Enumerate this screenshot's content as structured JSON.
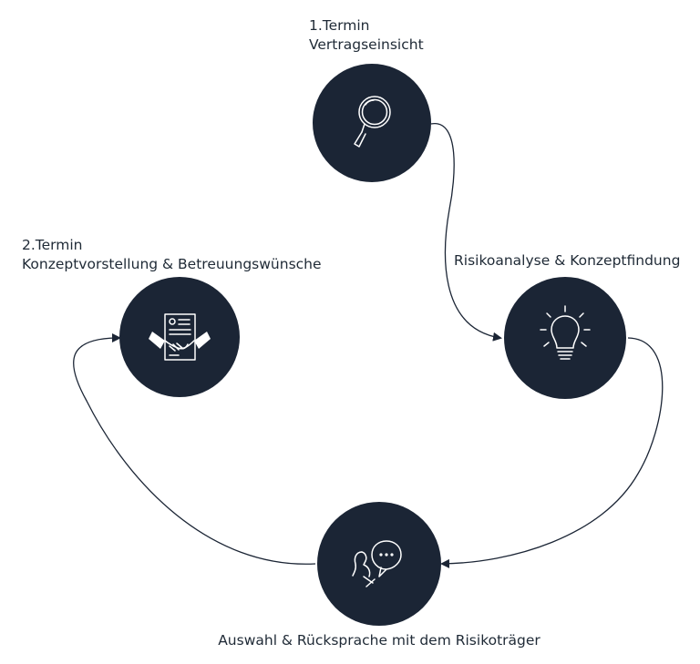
{
  "colors": {
    "node": "#1b2535",
    "icon": "#ffffff",
    "connector": "#1b2535",
    "text": "#1f2a36",
    "background": "#ffffff"
  },
  "steps": [
    {
      "id": "vertragseinsicht",
      "title": "1.Termin",
      "subtitle": "Vertragseinsicht",
      "icon": "magnifier-icon"
    },
    {
      "id": "risikoanalyse",
      "title": "Risikoanalyse & Konzeptfindung",
      "icon": "lightbulb-icon"
    },
    {
      "id": "auswahl",
      "title": "Auswahl & Rücksprache mit dem Risikoträger",
      "icon": "speech-bubble-icon"
    },
    {
      "id": "konzeptvorstellung",
      "title": "2.Termin",
      "subtitle": "Konzeptvorstellung & Betreuungswünsche",
      "icon": "handshake-contract-icon"
    }
  ]
}
